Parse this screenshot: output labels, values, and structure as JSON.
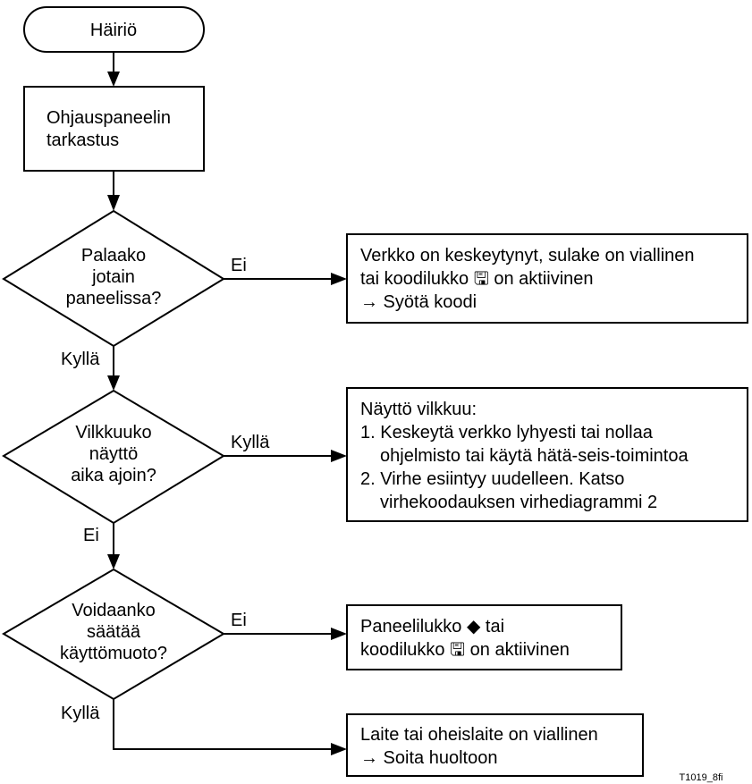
{
  "start": {
    "label": "Häiriö"
  },
  "check_panel": {
    "lines": [
      "Ohjauspaneelin",
      "tarkastus"
    ]
  },
  "decision1": {
    "lines": [
      "Palaako",
      "jotain",
      "paneelissa?"
    ],
    "no_label": "Ei",
    "yes_label": "Kyllä"
  },
  "result1": {
    "lines": [
      "Verkko on keskeytynyt, sulake on viallinen",
      "tai koodilukko 🖫 on aktiivinen",
      "→ Syötä koodi"
    ]
  },
  "decision2": {
    "lines": [
      "Vilkkuuko",
      "näyttö",
      "aika ajoin?"
    ],
    "yes_label": "Kyllä",
    "no_label": "Ei"
  },
  "result2": {
    "lines": [
      "Näyttö vilkkuu:",
      "1. Keskeytä verkko lyhyesti tai nollaa",
      "ohjelmisto tai käytä hätä-seis-toimintoa",
      "2. Virhe esiintyy uudelleen. Katso",
      "virhekoodauksen virhediagrammi 2"
    ]
  },
  "decision3": {
    "lines": [
      "Voidaanko",
      "säätää",
      "käyttömuoto?"
    ],
    "no_label": "Ei",
    "yes_label": "Kyllä"
  },
  "result3": {
    "lines": [
      "Paneelilukko ◆ tai",
      "koodilukko 🖫 on aktiivinen"
    ]
  },
  "result4": {
    "lines": [
      "Laite tai oheislaite on viallinen",
      "→ Soita huoltoon"
    ]
  },
  "figure_id": "T1019_8fi"
}
